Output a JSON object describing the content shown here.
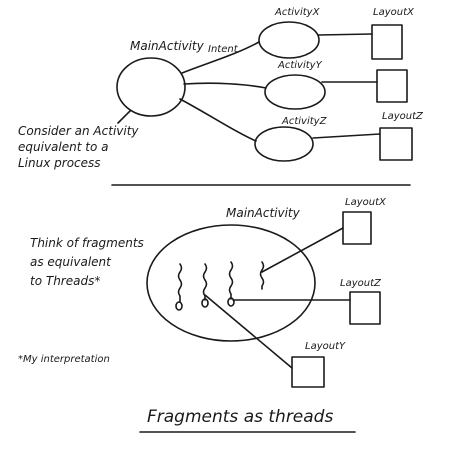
{
  "top": {
    "main_activity": "MainActivity",
    "intent": "Intent",
    "activity_x": "ActivityX",
    "activity_y": "ActivityY",
    "activity_z": "ActivityZ",
    "layout_x": "LayoutX",
    "layout_z": "LayoutZ",
    "note": [
      "Consider an Activity",
      "equivalent to a",
      "Linux process"
    ]
  },
  "bottom": {
    "main_activity": "MainActivity",
    "layout_x": "LayoutX",
    "layout_z": "LayoutZ",
    "layout_y": "LayoutY",
    "note": [
      "Think of fragments",
      "as equivalent",
      "to Threads*"
    ],
    "footnote": "*My interpretation"
  },
  "title": "Fragments as threads"
}
